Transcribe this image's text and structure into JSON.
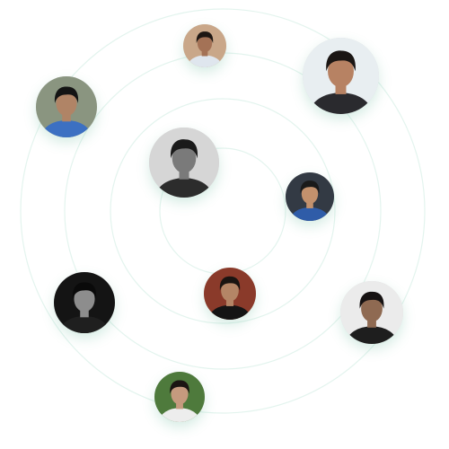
{
  "avatars": [
    {
      "id": "avatar-1",
      "bg": "#c9a789",
      "skin": "#a47256",
      "hair": "#1e1713",
      "shirt": "#dfe6ee"
    },
    {
      "id": "avatar-2",
      "bg": "#e8eef1",
      "skin": "#b78263",
      "hair": "#1b1614",
      "shirt": "#2a2a2e"
    },
    {
      "id": "avatar-3",
      "bg": "#8a9580",
      "skin": "#b08466",
      "hair": "#141414",
      "shirt": "#3c70c2"
    },
    {
      "id": "avatar-4",
      "bg": "#d6d6d6",
      "skin": "#7a7a7a",
      "hair": "#1a1a1a",
      "shirt": "#2c2c2c"
    },
    {
      "id": "avatar-5",
      "bg": "#333a44",
      "skin": "#c3916d",
      "hair": "#1a1a1a",
      "shirt": "#2f5ca8"
    },
    {
      "id": "avatar-6",
      "bg": "#141414",
      "skin": "#8d8d8d",
      "hair": "#0a0a0a",
      "shirt": "#1f1f1f"
    },
    {
      "id": "avatar-7",
      "bg": "#8a3a2a",
      "skin": "#b48566",
      "hair": "#1a1411",
      "shirt": "#141414"
    },
    {
      "id": "avatar-8",
      "bg": "#ebebeb",
      "skin": "#8f6a52",
      "hair": "#161212",
      "shirt": "#1e1e1e"
    },
    {
      "id": "avatar-9",
      "bg": "#4e7a3c",
      "skin": "#c59a7e",
      "hair": "#1b1512",
      "shirt": "#ededed"
    }
  ],
  "ring_color": "#e3f4ee"
}
